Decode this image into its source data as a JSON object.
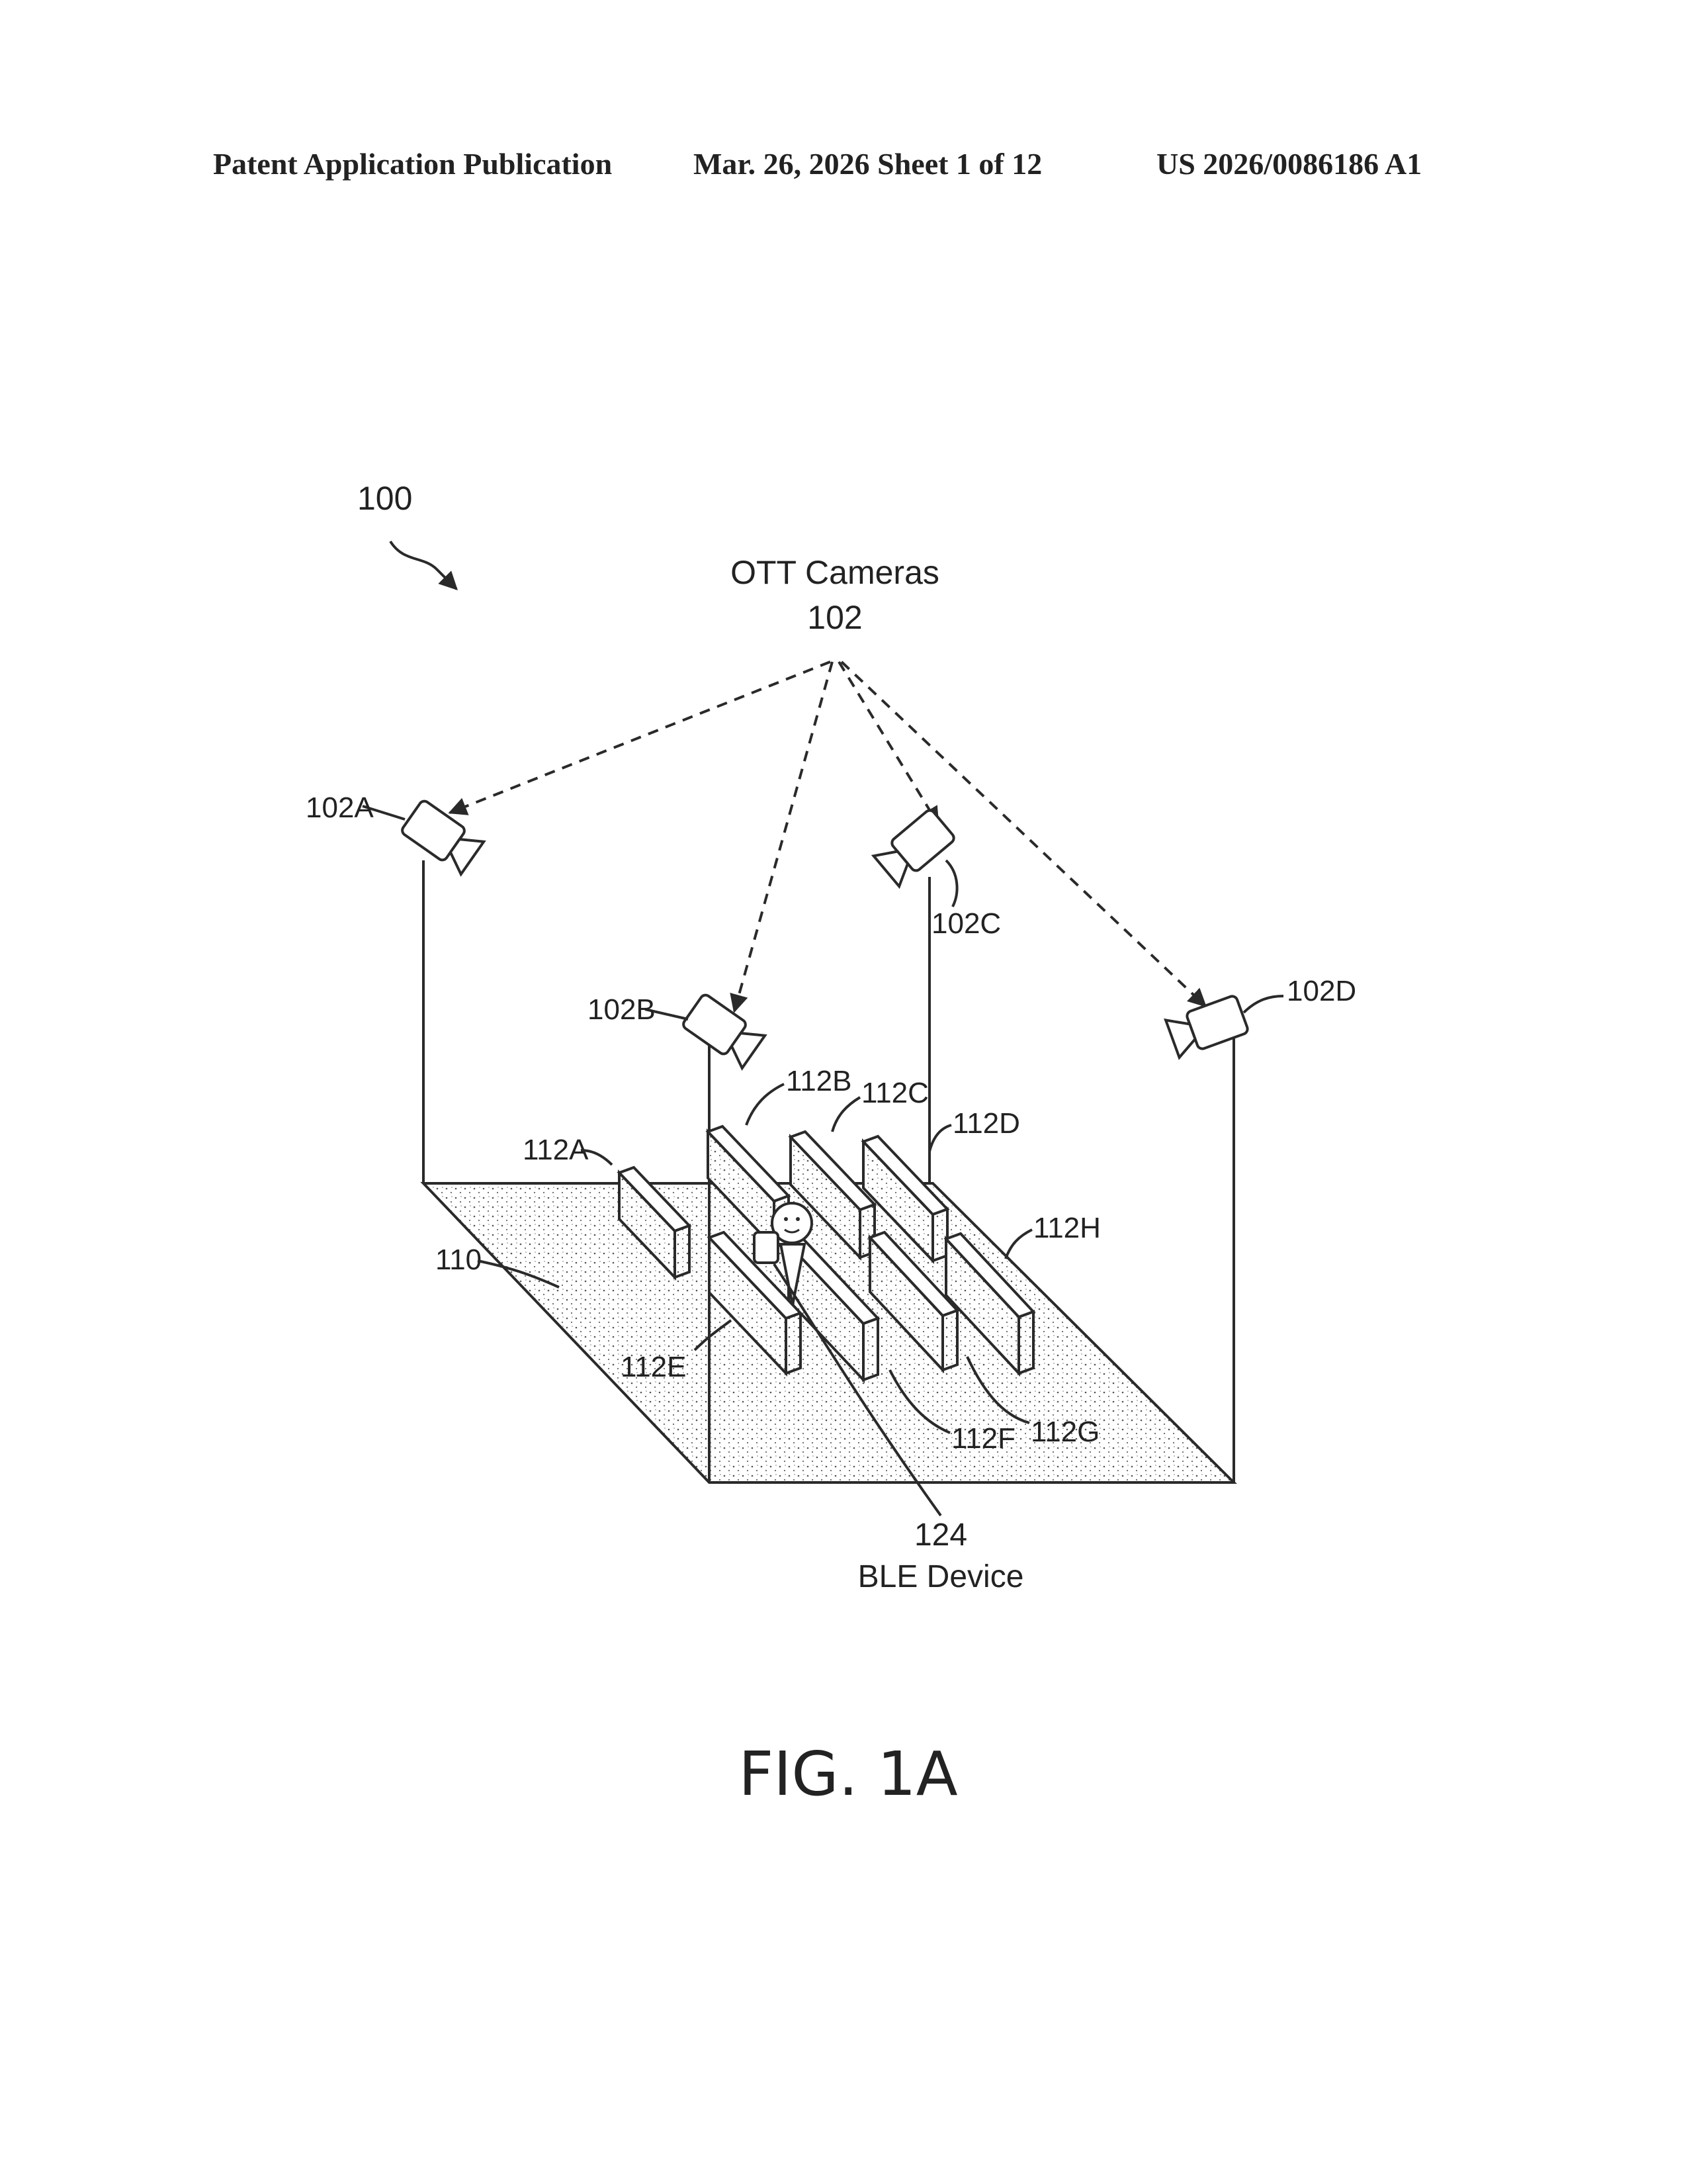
{
  "header": {
    "publication": "Patent Application Publication",
    "date_sheet": "Mar. 26, 2026  Sheet 1 of 12",
    "number": "US 2026/0086186 A1"
  },
  "figure": {
    "system_ref": "100",
    "cameras_title": "OTT Cameras",
    "cameras_ref": "102",
    "cameras": [
      "102A",
      "102B",
      "102C",
      "102D"
    ],
    "floor_ref": "110",
    "panels": [
      "112A",
      "112B",
      "112C",
      "112D",
      "112E",
      "112F",
      "112G",
      "112H"
    ],
    "device_ref": "124",
    "device_label": "BLE Device",
    "caption": "FIG. 1A"
  }
}
